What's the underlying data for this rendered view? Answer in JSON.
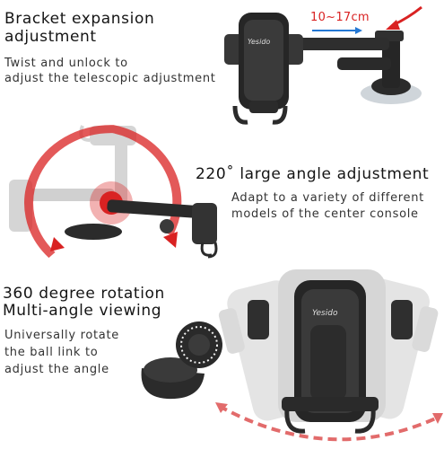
{
  "section1": {
    "title_line1": "Bracket expansion",
    "title_line2": "adjustment",
    "desc_line1": "Twist and unlock to",
    "desc_line2": "adjust the telescopic adjustment",
    "range_label": "10~17cm"
  },
  "section2": {
    "title": "220˚ large angle adjustment",
    "desc_line1": "Adapt to a variety of different",
    "desc_line2": "models of the center console"
  },
  "section3": {
    "title_line1": "360 degree rotation",
    "title_line2": "Multi-angle viewing",
    "desc_line1": "Universally rotate",
    "desc_line2": "the ball link to",
    "desc_line3": "adjust the angle"
  },
  "brand": "Yesido",
  "colors": {
    "accent": "#d92222",
    "product": "#2a2a2a",
    "ghost": "#d8d8d8"
  }
}
